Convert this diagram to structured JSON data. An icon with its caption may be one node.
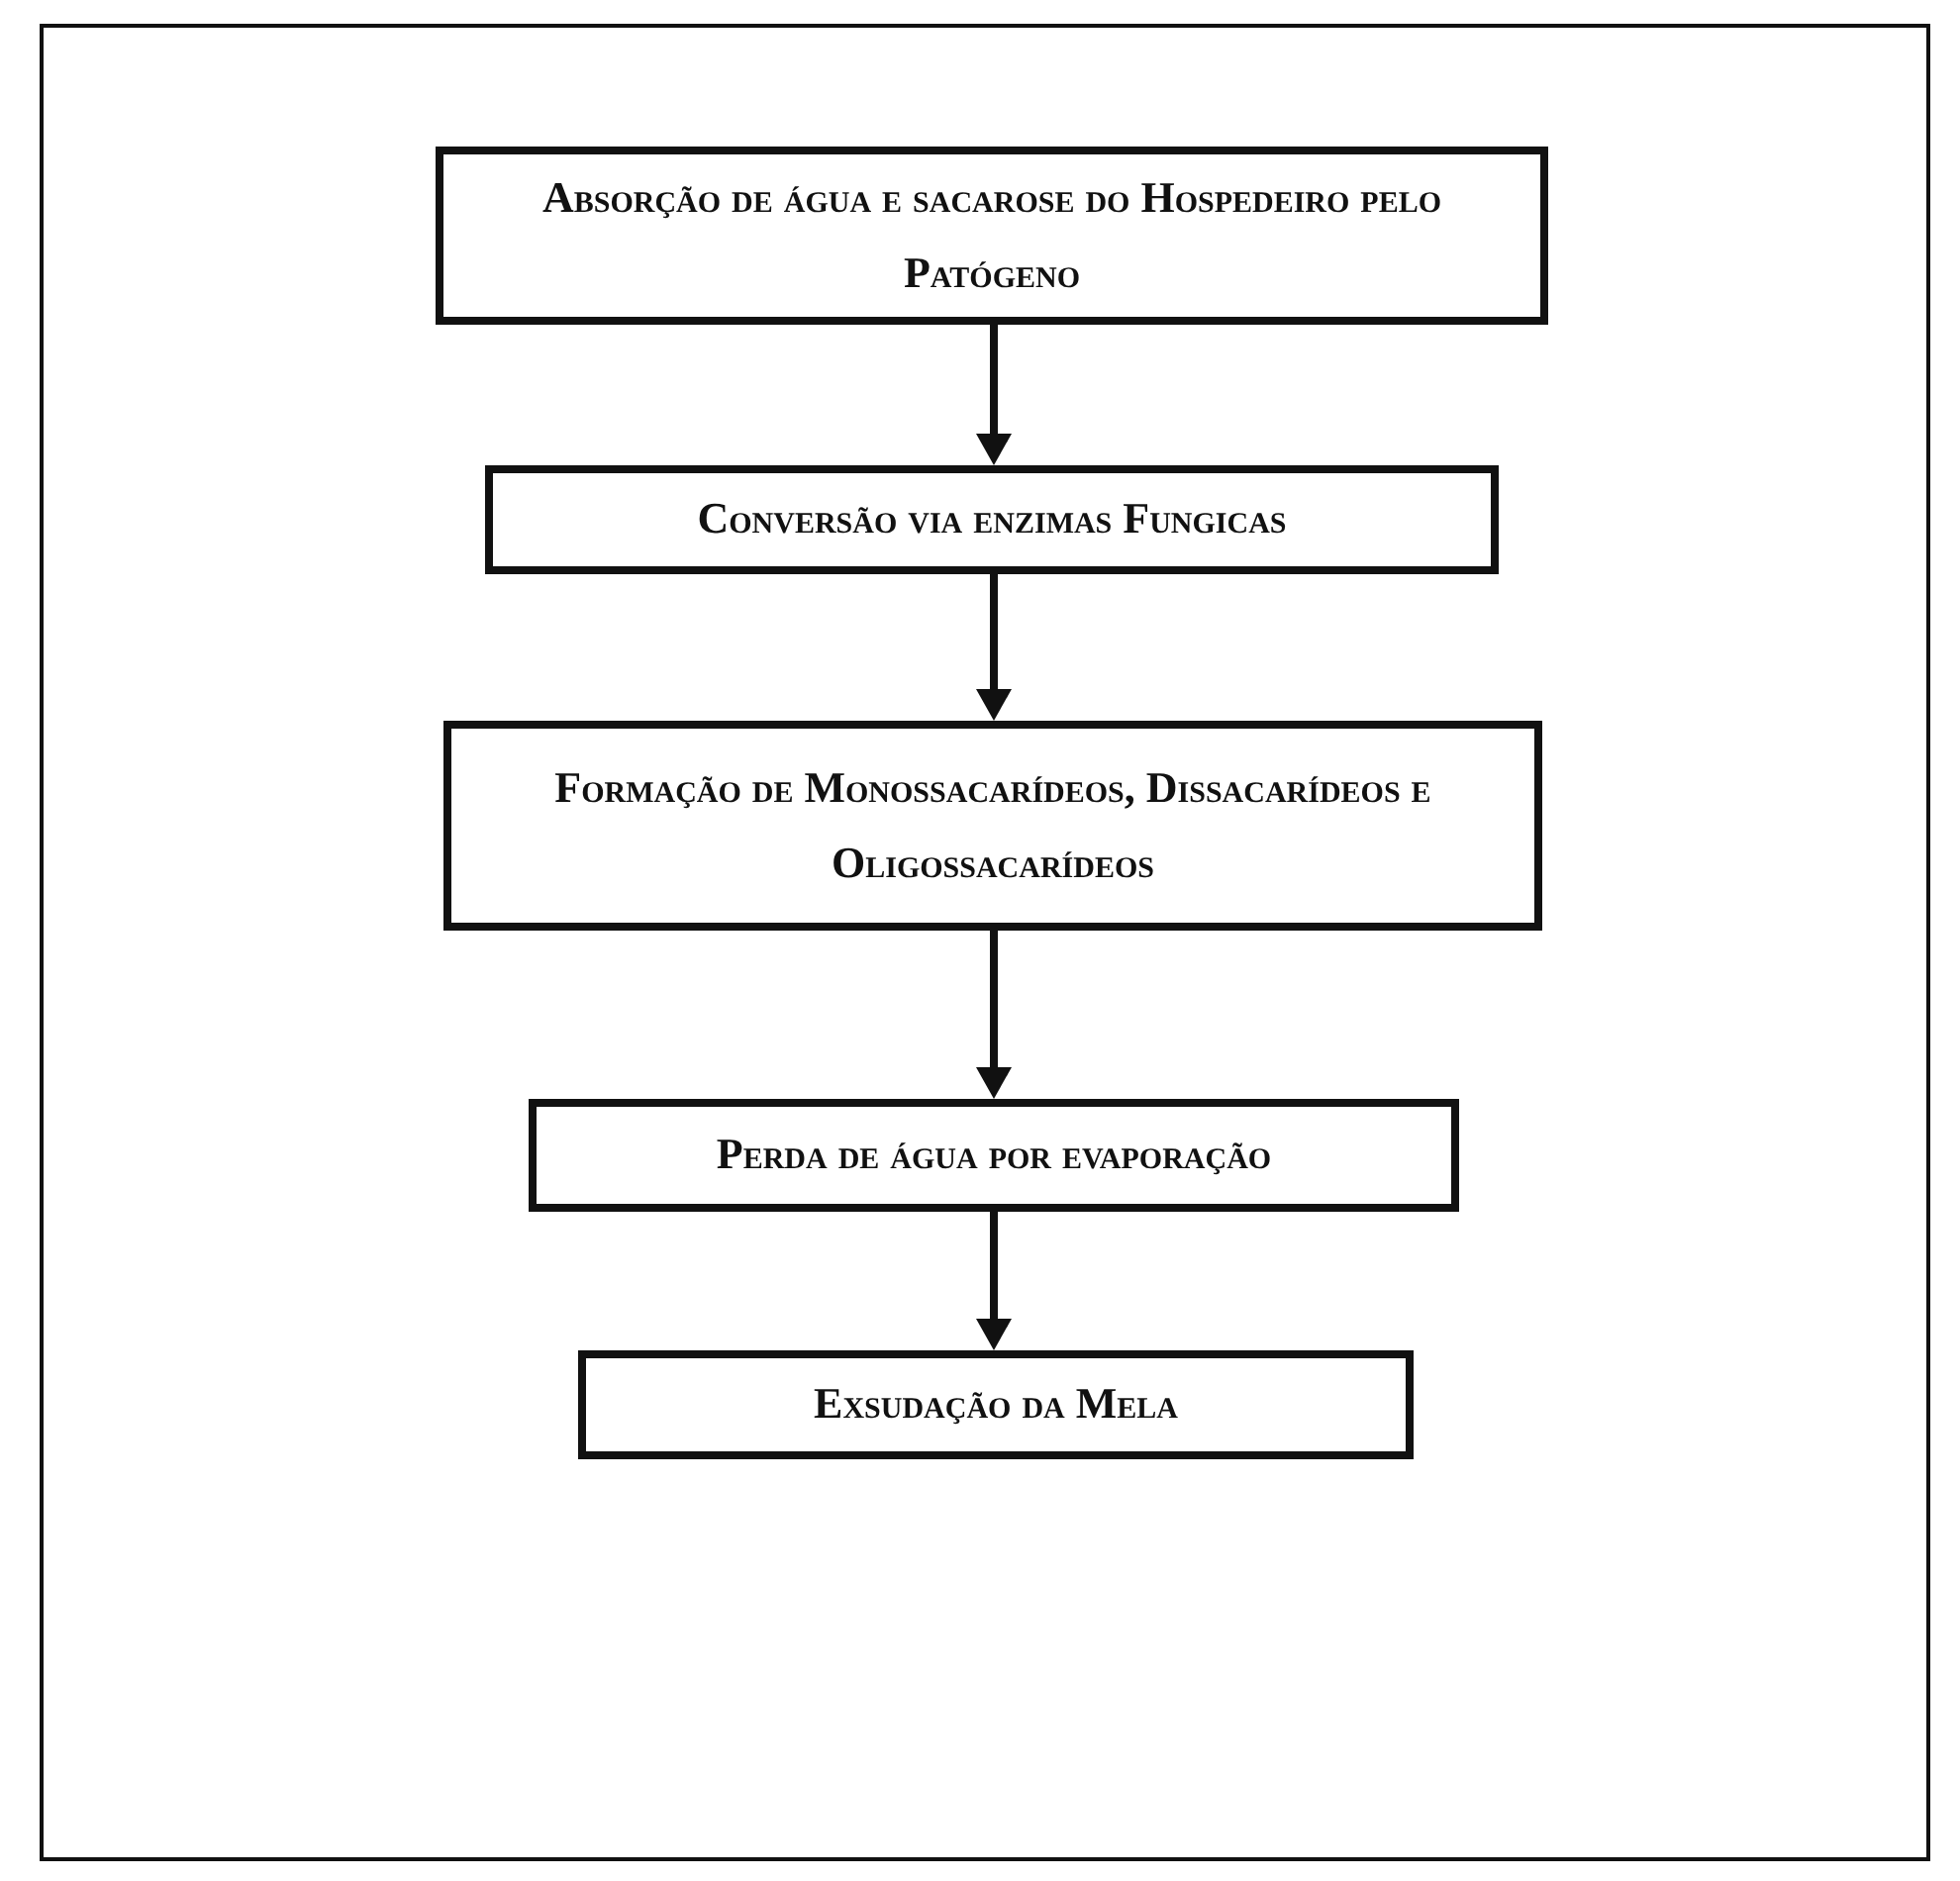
{
  "diagram": {
    "nodes": [
      {
        "text": [
          "Absorção de água e sacarose do Hospedeiro pelo Patógeno"
        ]
      },
      {
        "text": [
          "Conversão via enzimas Fungicas"
        ]
      },
      {
        "text": [
          "Formação de Monossacarídeos, Dissacarídeos e Oligossacarídeos"
        ]
      },
      {
        "text": [
          "Perda de água por evaporação"
        ]
      },
      {
        "text": [
          "Exsudação da Mela"
        ]
      }
    ],
    "edges": [
      {
        "from": 0,
        "to": 1,
        "arrow": "to"
      },
      {
        "from": 1,
        "to": 2,
        "arrow": "to"
      },
      {
        "from": 2,
        "to": 3,
        "arrow": "to"
      },
      {
        "from": 3,
        "to": 4,
        "arrow": "to"
      }
    ]
  }
}
